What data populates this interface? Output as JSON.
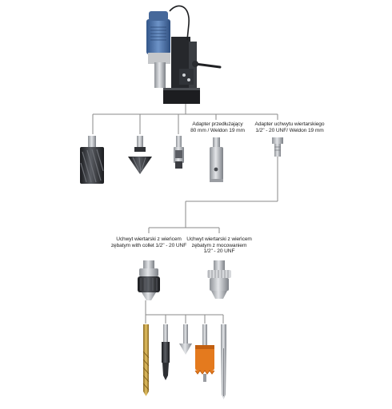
{
  "labels": {
    "adapter_weldon": {
      "line1": "Adapter przedłużający",
      "line2": "80 mm / Weldon 19 mm"
    },
    "adapter_chuck": {
      "line1": "Adapter uchwytu wiertarskiego",
      "line2": "1/2\" - 20 UNF/ Weldon 19 mm"
    },
    "chuck_collet": {
      "line1": "Uchwyt wiertarski z wieńcem",
      "line2": "zębatym with collet 1/2\" - 20 UNF"
    },
    "chuck_mount": {
      "line1": "Uchwyt wiertarski z wieńcem",
      "line2": "zębatym z mocowaniem",
      "line3": "1/2\" - 20 UNF"
    }
  },
  "colors": {
    "line": "#8a8a8a",
    "drill_blue": "#4f74a8",
    "drill_dark": "#2b2d31",
    "steel": "#b9bcc0",
    "gold": "#c9a040",
    "orange": "#e47a1e"
  },
  "icons": [
    "magnetic-drill-icon",
    "annular-cutter-icon",
    "countersink-icon",
    "small-cutter-icon",
    "extension-adapter-icon",
    "chuck-adapter-icon",
    "keyless-chuck-icon",
    "keyed-chuck-icon",
    "twist-drill-icon",
    "step-drill-icon",
    "countersink-bit-icon",
    "hole-saw-icon",
    "reamer-icon"
  ]
}
